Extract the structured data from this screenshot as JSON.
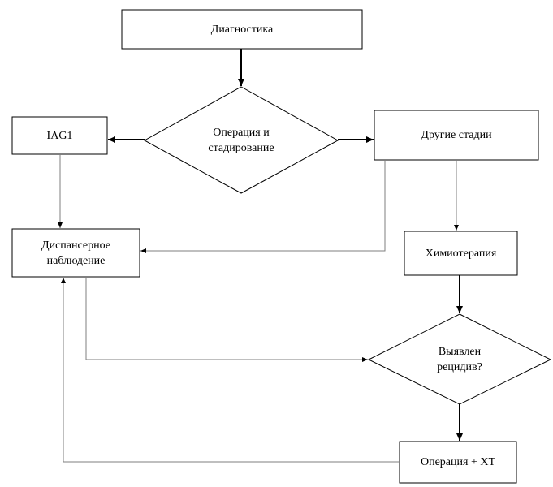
{
  "flowchart": {
    "nodes": {
      "diagnostics": "Диагностика",
      "operation_staging": "Операция и\nстадирование",
      "iag1": "IAG1",
      "other_stages": "Другие стадии",
      "dispensary": "Диспансерное\nнаблюдение",
      "chemotherapy": "Химиотерапия",
      "relapse": "Выявлен\nрецидив?",
      "operation_chemo": "Операция + ХТ"
    }
  },
  "colors": {
    "stroke": "#000000",
    "thin_line": "#7f7f7f",
    "background": "#ffffff"
  }
}
